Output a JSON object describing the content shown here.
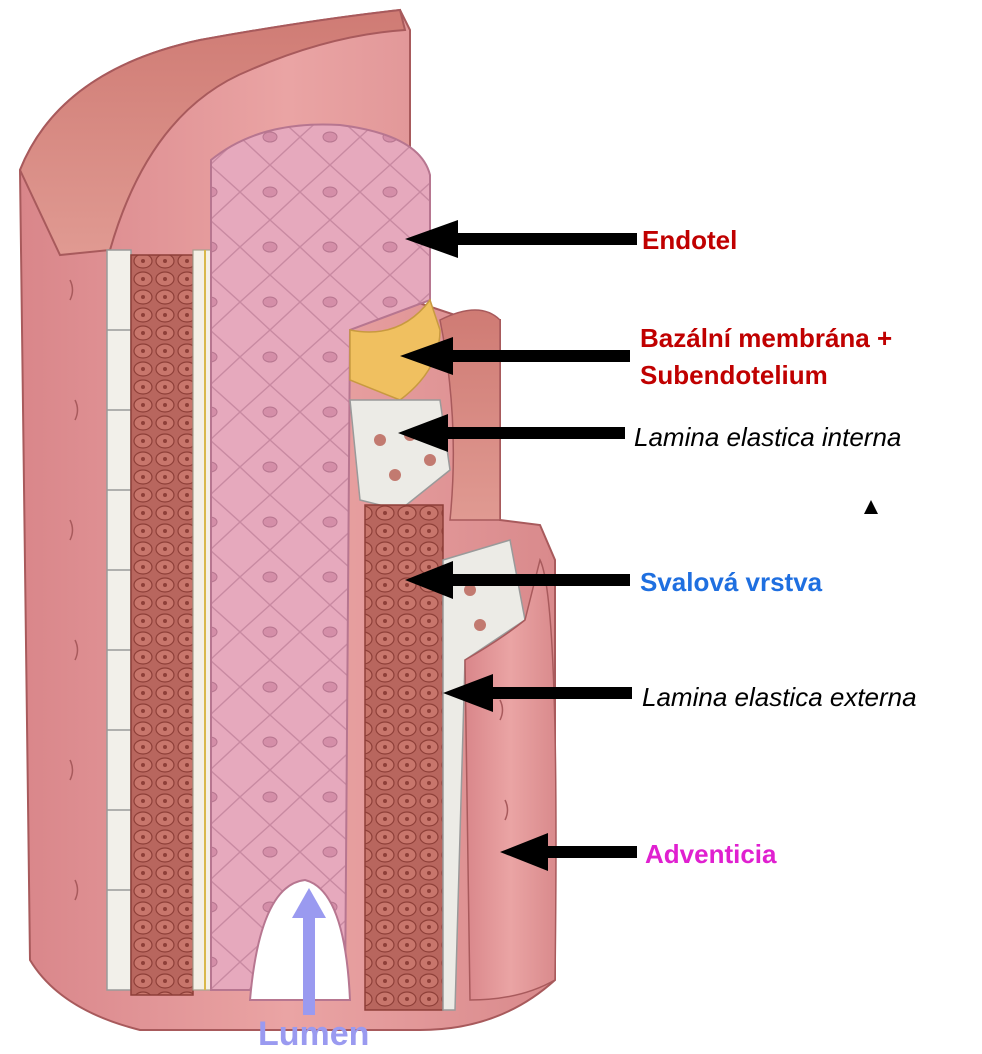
{
  "labels": {
    "endotel": "Endotel",
    "bazalni_1": "Bazální membrána +",
    "bazalni_2": "Subendotelium",
    "lamina_interna": "Lamina elastica interna",
    "svalova": "Svalová vrstva",
    "lamina_externa": "Lamina elastica externa",
    "adventicia": "Adventicia",
    "lumen": "Lumen"
  },
  "colors": {
    "endotel": "#c00000",
    "bazalni": "#c00000",
    "lamina": "#000000",
    "svalova": "#1f6fe0",
    "adventicia": "#e020d0",
    "lumen": "#9a9af0",
    "arrow": "#000000"
  },
  "icons": {
    "marker": "triangle-icon"
  }
}
